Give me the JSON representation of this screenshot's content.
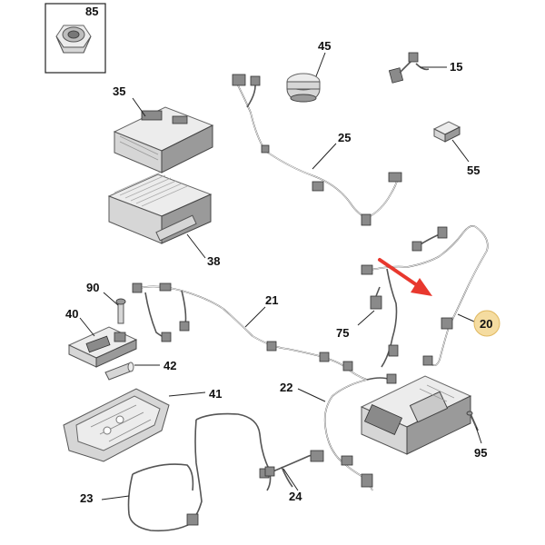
{
  "labels": {
    "p85": "85",
    "p45": "45",
    "p15": "15",
    "p35": "35",
    "p25": "25",
    "p55": "55",
    "p38": "38",
    "p90": "90",
    "p21": "21",
    "p40": "40",
    "p75": "75",
    "p20": "20",
    "p42": "42",
    "p41": "41",
    "p22": "22",
    "p95": "95",
    "p23": "23",
    "p24": "24"
  },
  "colors": {
    "highlight_fill": "#f5dca0",
    "highlight_stroke": "#e0b860",
    "arrow": "#e8382e"
  },
  "highlighted_part": "20"
}
